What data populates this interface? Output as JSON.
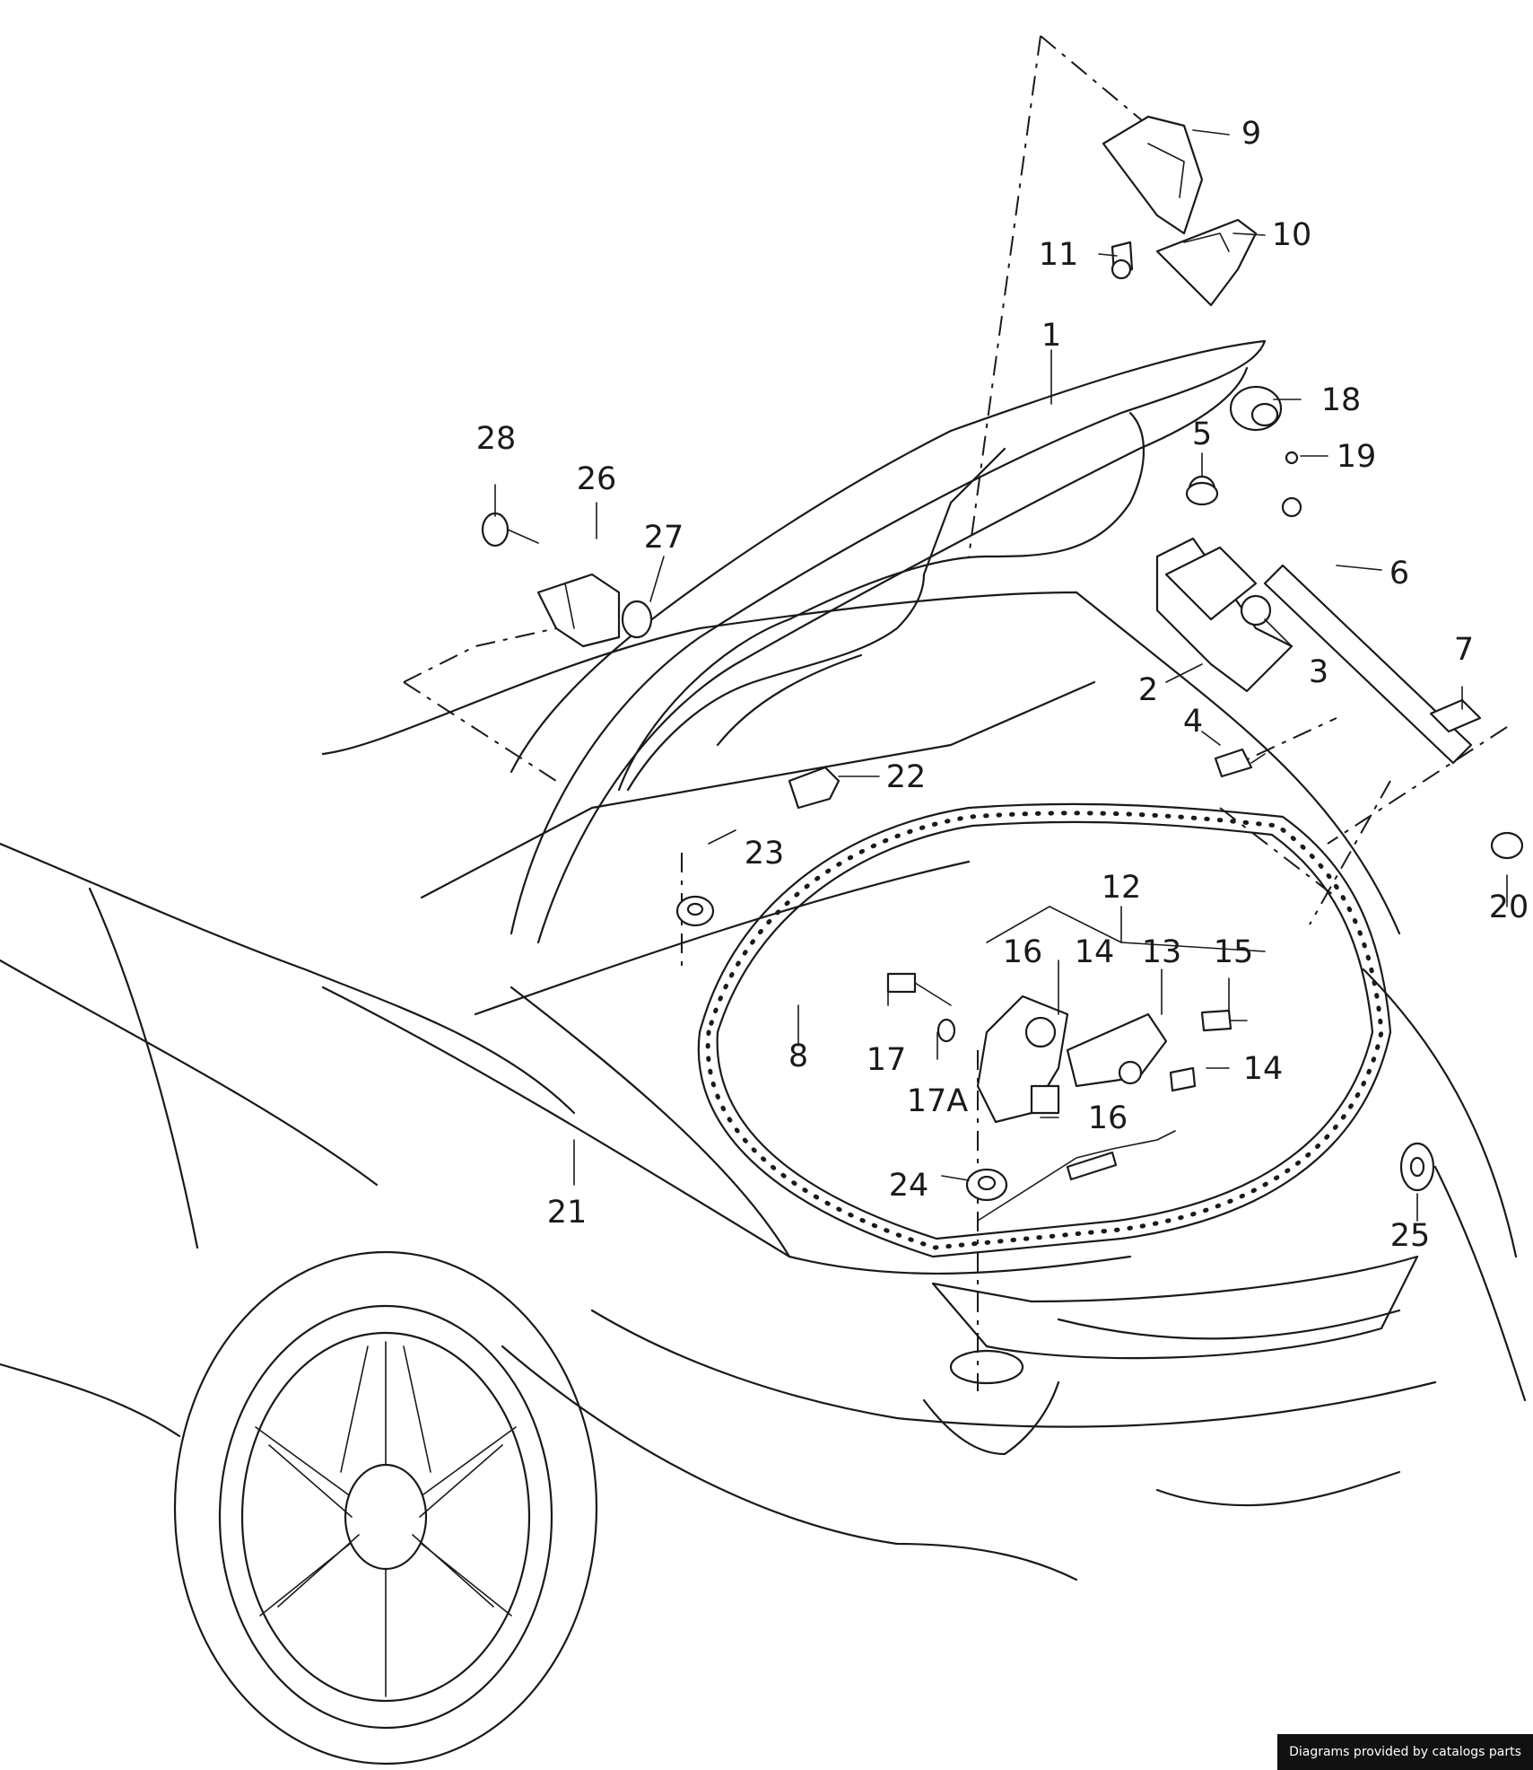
{
  "diagram": {
    "callouts": [
      {
        "id": "c1",
        "text": "1"
      },
      {
        "id": "c2",
        "text": "2"
      },
      {
        "id": "c3",
        "text": "3"
      },
      {
        "id": "c4",
        "text": "4"
      },
      {
        "id": "c5",
        "text": "5"
      },
      {
        "id": "c6",
        "text": "6"
      },
      {
        "id": "c7",
        "text": "7"
      },
      {
        "id": "c8",
        "text": "8"
      },
      {
        "id": "c9",
        "text": "9"
      },
      {
        "id": "c10",
        "text": "10"
      },
      {
        "id": "c11",
        "text": "11"
      },
      {
        "id": "c12",
        "text": "12"
      },
      {
        "id": "c13",
        "text": "13"
      },
      {
        "id": "c14a",
        "text": "14"
      },
      {
        "id": "c14b",
        "text": "14"
      },
      {
        "id": "c15",
        "text": "15"
      },
      {
        "id": "c16a",
        "text": "16"
      },
      {
        "id": "c16b",
        "text": "16"
      },
      {
        "id": "c17",
        "text": "17"
      },
      {
        "id": "c17A",
        "text": "17A"
      },
      {
        "id": "c18",
        "text": "18"
      },
      {
        "id": "c19",
        "text": "19"
      },
      {
        "id": "c20",
        "text": "20"
      },
      {
        "id": "c21",
        "text": "21"
      },
      {
        "id": "c22",
        "text": "22"
      },
      {
        "id": "c23",
        "text": "23"
      },
      {
        "id": "c24",
        "text": "24"
      },
      {
        "id": "c25",
        "text": "25"
      },
      {
        "id": "c26",
        "text": "26"
      },
      {
        "id": "c27",
        "text": "27"
      },
      {
        "id": "c28",
        "text": "28"
      }
    ]
  },
  "footer": {
    "credit": "Diagrams provided by catalogs parts"
  }
}
